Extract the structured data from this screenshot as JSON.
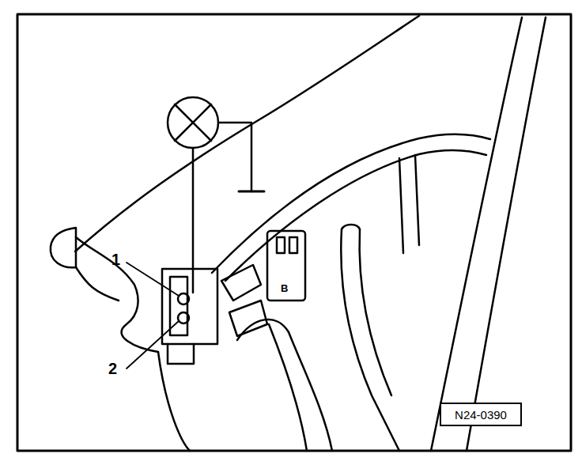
{
  "diagram": {
    "nodes": [
      {
        "text": [
          "N24-0390"
        ]
      }
    ],
    "labels": [
      "1",
      "2",
      "B"
    ]
  }
}
